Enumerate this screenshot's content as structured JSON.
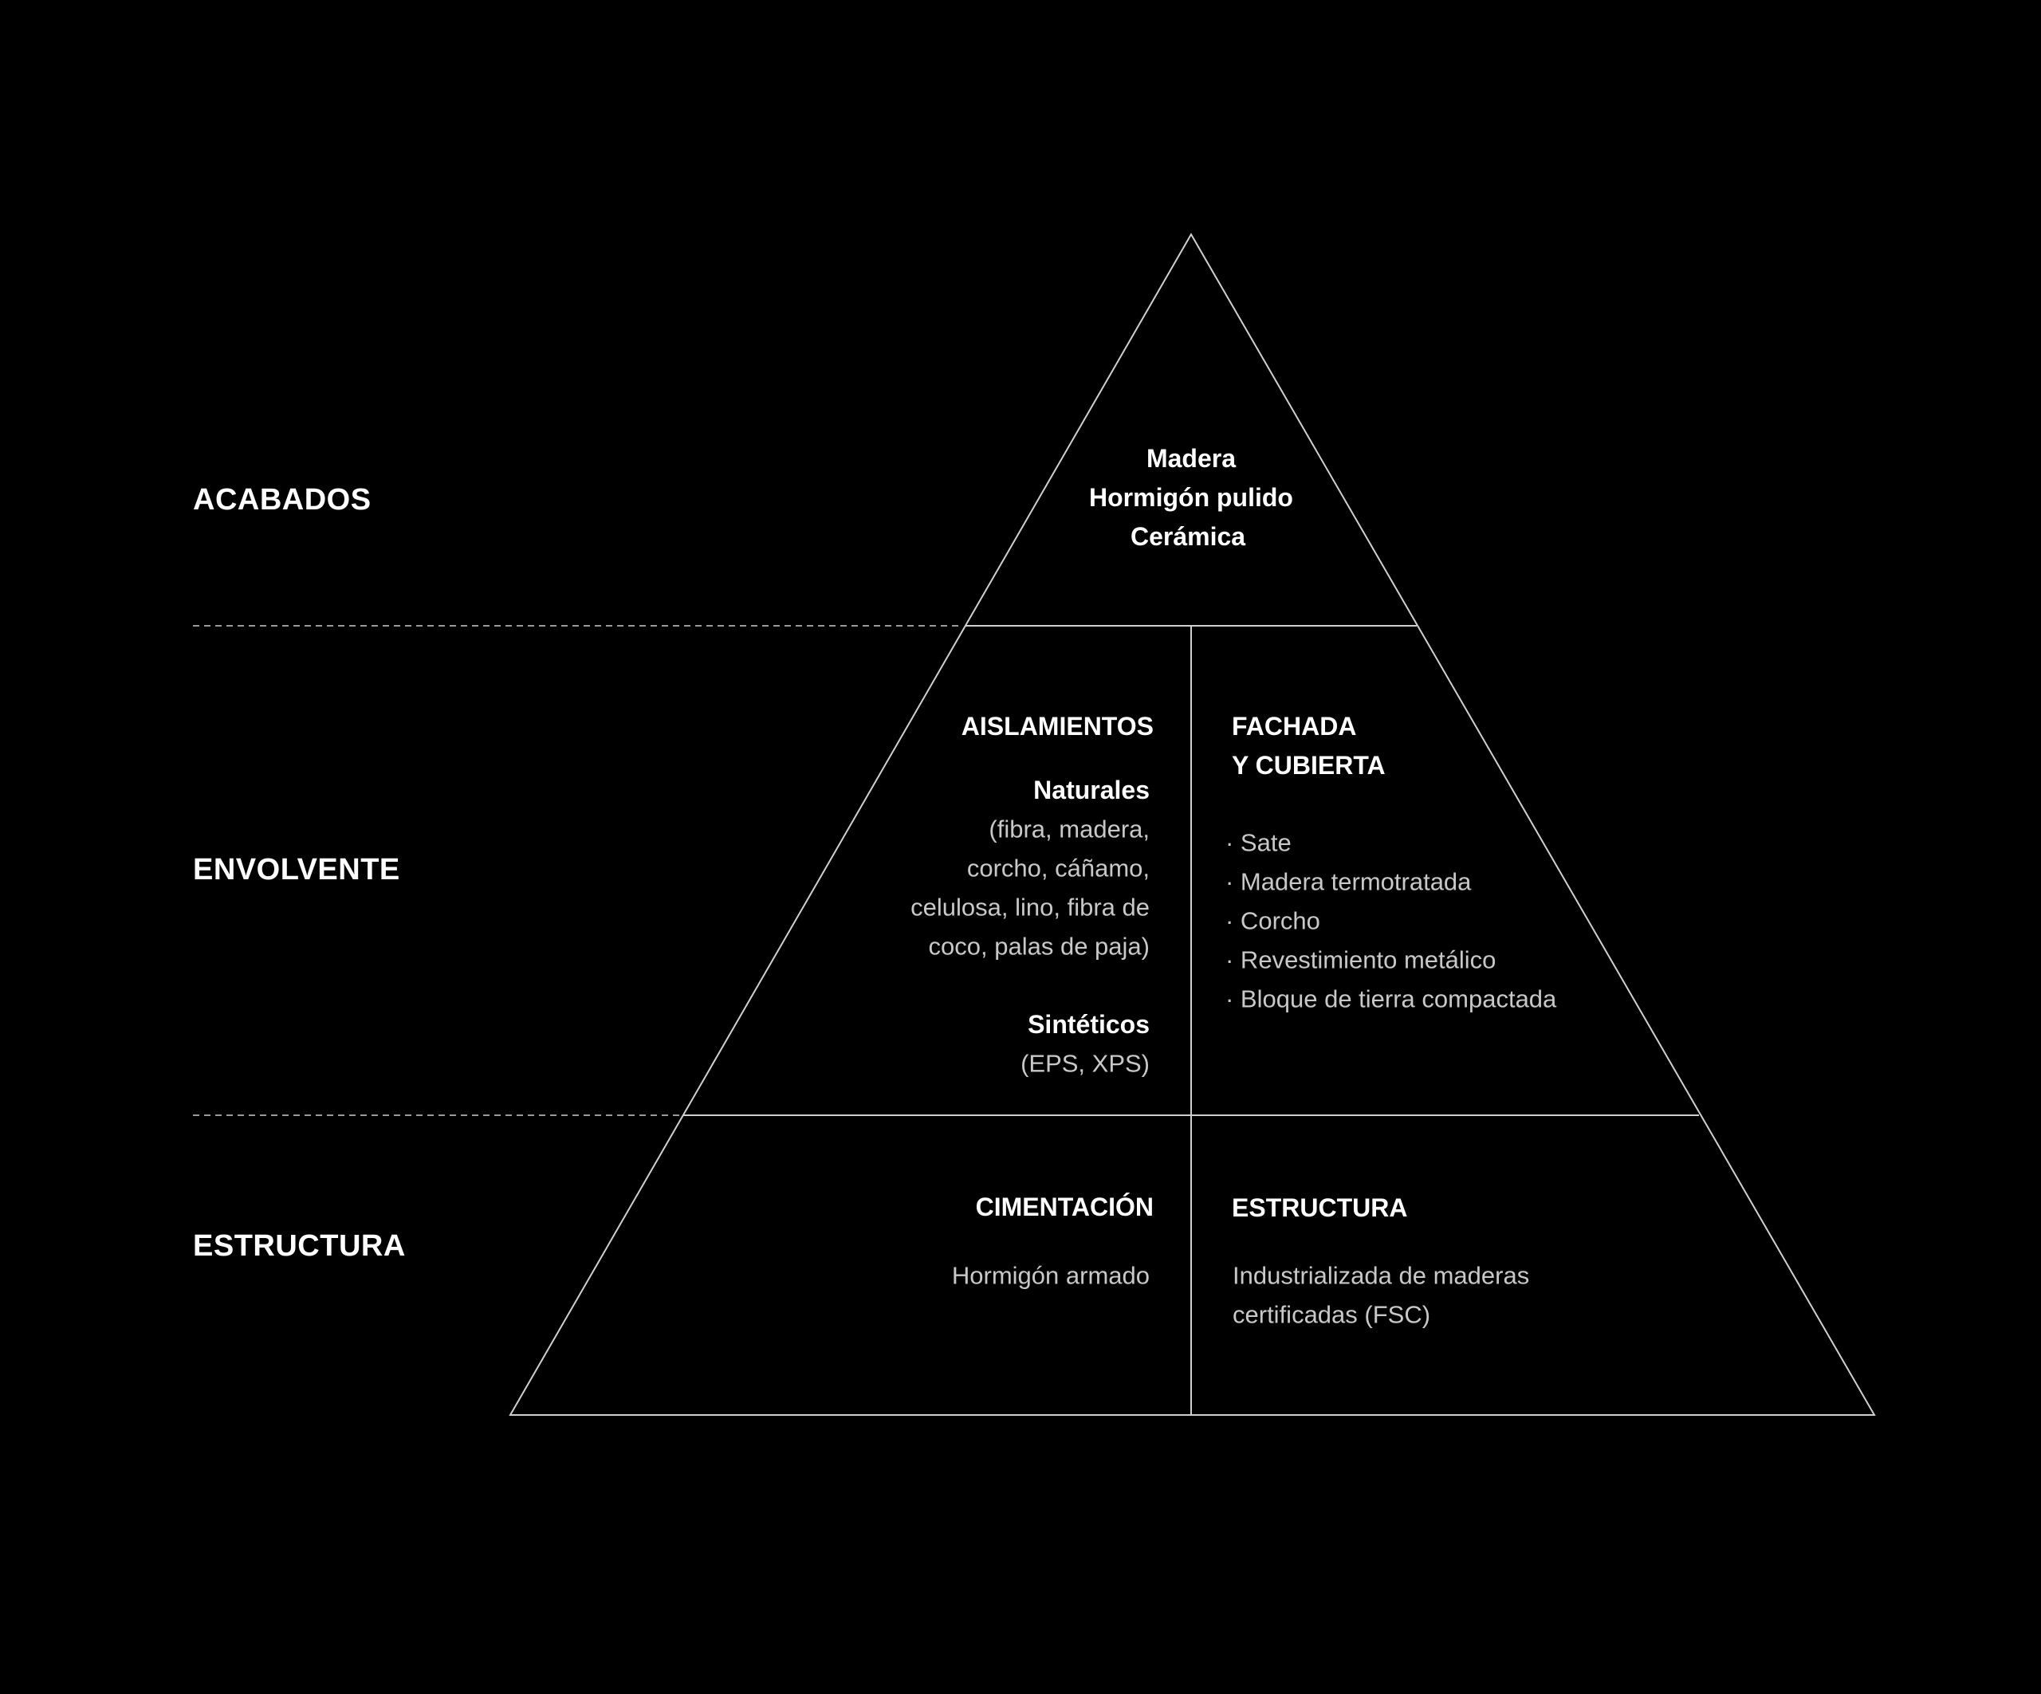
{
  "colors": {
    "background": "#000000",
    "lines": "#d0d0d0",
    "text": "#ffffff",
    "light_text": "#c8c8c8"
  },
  "levels": {
    "acabados": "ACABADOS",
    "envolvente": "ENVOLVENTE",
    "estructura": "ESTRUCTURA"
  },
  "acabados": {
    "items": [
      "Madera",
      "Hormigón pulido",
      "Cerámica"
    ]
  },
  "aislamientos": {
    "title": "AISLAMIENTOS",
    "naturales_title": "Naturales",
    "naturales_lines": [
      "(fibra, madera,",
      "corcho, cáñamo,",
      "celulosa, lino, fibra de",
      "coco, palas de paja)"
    ],
    "sinteticos_title": "Sintéticos",
    "sinteticos_text": "(EPS, XPS)"
  },
  "fachada": {
    "title_lines": [
      "FACHADA",
      "Y CUBIERTA"
    ],
    "items": [
      "· Sate",
      "· Madera termotratada",
      "· Corcho",
      "· Revestimiento metálico",
      "· Bloque de tierra compactada"
    ]
  },
  "cimentacion": {
    "title": "CIMENTACIÓN",
    "text": "Hormigón armado"
  },
  "estructura": {
    "title": "ESTRUCTURA",
    "text_lines": [
      "Industrializada de maderas",
      "certificadas (FSC)"
    ]
  }
}
